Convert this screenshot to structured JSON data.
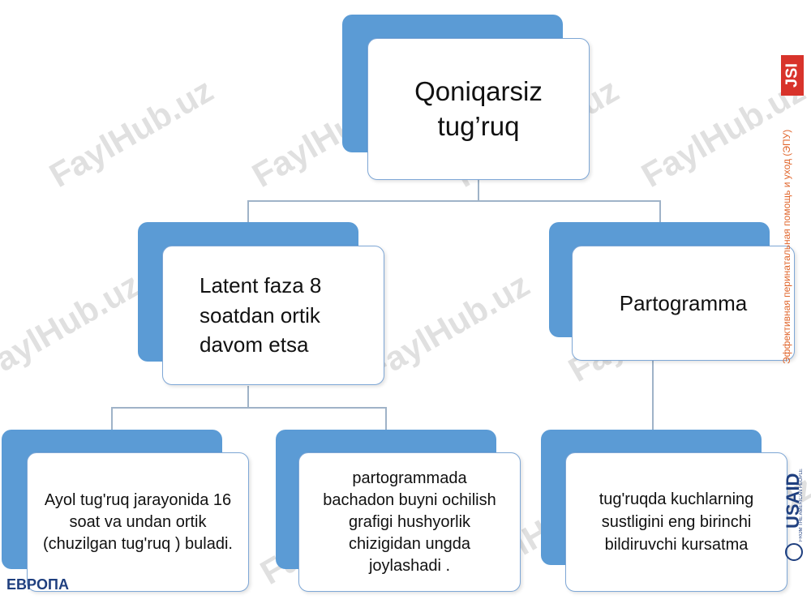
{
  "root": {
    "text": "Qoniqarsiz tug’ruq"
  },
  "left": {
    "text": "Latent faza  8 soatdan ortik davom etsa"
  },
  "right": {
    "text": "Partogramma"
  },
  "leaf1": {
    "text": "Ayol tug'ruq jarayonida 16 soat va undan ortik (chuzilgan tug'ruq ) buladi."
  },
  "leaf2": {
    "text": "partogrammada bachadon buyni ochilish grafigi hushyorlik chizigidan ungda joylashadi ."
  },
  "leaf3": {
    "text": "tug'ruqda kuchlarning sustligini eng birinchi bildiruvchi kursatma"
  },
  "watermark": "FaylHub.uz",
  "side": {
    "jsi": "JSI",
    "vertical_text": "Эффективная перинатальная помощь и уход (ЭПУ)",
    "usaid": "USAID",
    "usaid_sub": "FROM THE AMERICAN PEOPLE",
    "bottom_left": "EBPOПА"
  },
  "colors": {
    "back_box": "#5b9bd5",
    "front_border": "#7ea7d6",
    "connector": "#9fb3c8"
  }
}
